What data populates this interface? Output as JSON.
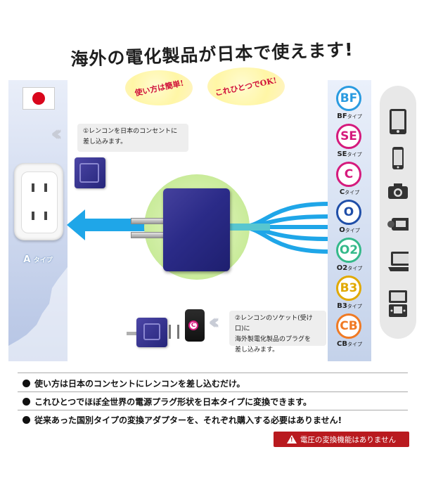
{
  "title": "海外の電化製品が日本で使えます!",
  "bubbles": {
    "easy": "使い方は簡単!",
    "one_ok": "これひとつでOK!"
  },
  "left_panel": {
    "outlet_type_letter": "A",
    "outlet_type_suffix": "タイプ"
  },
  "callouts": {
    "step1_line1": "①レンコンを日本のコンセントに",
    "step1_line2": "差し込みます。",
    "step2_line1": "②レンコンのソケット(受け口)に",
    "step2_line2": "海外製電化製品のプラグを",
    "step2_line3": "差し込みます。"
  },
  "plugs": [
    {
      "code": "BF",
      "label": "BF",
      "suffix": "タイプ",
      "color": "#2a9be0"
    },
    {
      "code": "SE",
      "label": "SE",
      "suffix": "タイプ",
      "color": "#d51a7d"
    },
    {
      "code": "C",
      "label": "C",
      "suffix": "タイプ",
      "color": "#d51a7d"
    },
    {
      "code": "O",
      "label": "O",
      "suffix": "タイプ",
      "color": "#1f4ea8"
    },
    {
      "code": "O2",
      "label": "O2",
      "suffix": "タイプ",
      "color": "#35b98a"
    },
    {
      "code": "B3",
      "label": "B3",
      "suffix": "タイプ",
      "color": "#e1a900"
    },
    {
      "code": "CB",
      "label": "CB",
      "suffix": "タイプ",
      "color": "#f07a24"
    }
  ],
  "center_plug_badge": "C",
  "devices": [
    "tablet-icon",
    "smartphone-icon",
    "camera-icon",
    "video-camera-icon",
    "laptop-icon",
    "game-console-icon"
  ],
  "bullets": [
    "使い方は日本のコンセントにレンコンを差し込むだけ。",
    "これひとつでほぼ全世界の電源プラグ形状を日本タイプに変換できます。",
    "従来あった国別タイプの変換アダプターを、それぞれ購入する必要はありません!"
  ],
  "warning": {
    "icon_mark": "!",
    "text": "電圧の変換機能はありません"
  },
  "colors": {
    "arrow_blue": "#1fa6e8",
    "teal": "#58c6d0",
    "adapter_navy": "#2b2b88",
    "warning_red": "#b91a1f",
    "japan_red": "#d9061c"
  }
}
